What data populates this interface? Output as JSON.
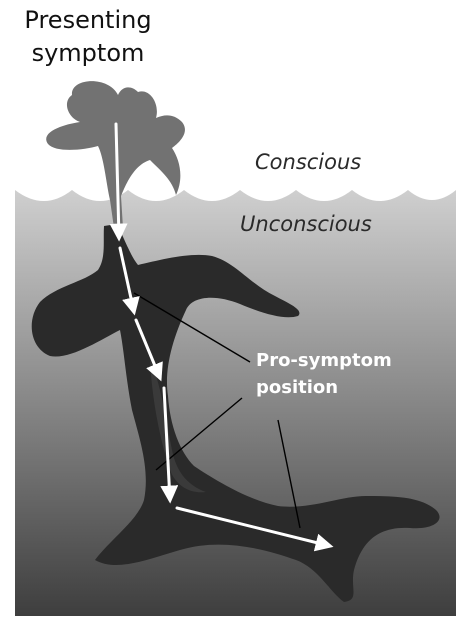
{
  "labels": {
    "presenting_symptom": "Presenting\nsymptom",
    "conscious": "Conscious",
    "unconscious": "Unconscious",
    "pro_symptom_position": "Pro-symptom\nposition"
  },
  "colors": {
    "sky": "#ffffff",
    "water_top": "#cfcfcf",
    "water_bottom": "#3e3e3e",
    "plant_above": "#727272",
    "root_below": "#2a2a2a",
    "arrows": "#ffffff",
    "leader_lines": "#000000"
  }
}
